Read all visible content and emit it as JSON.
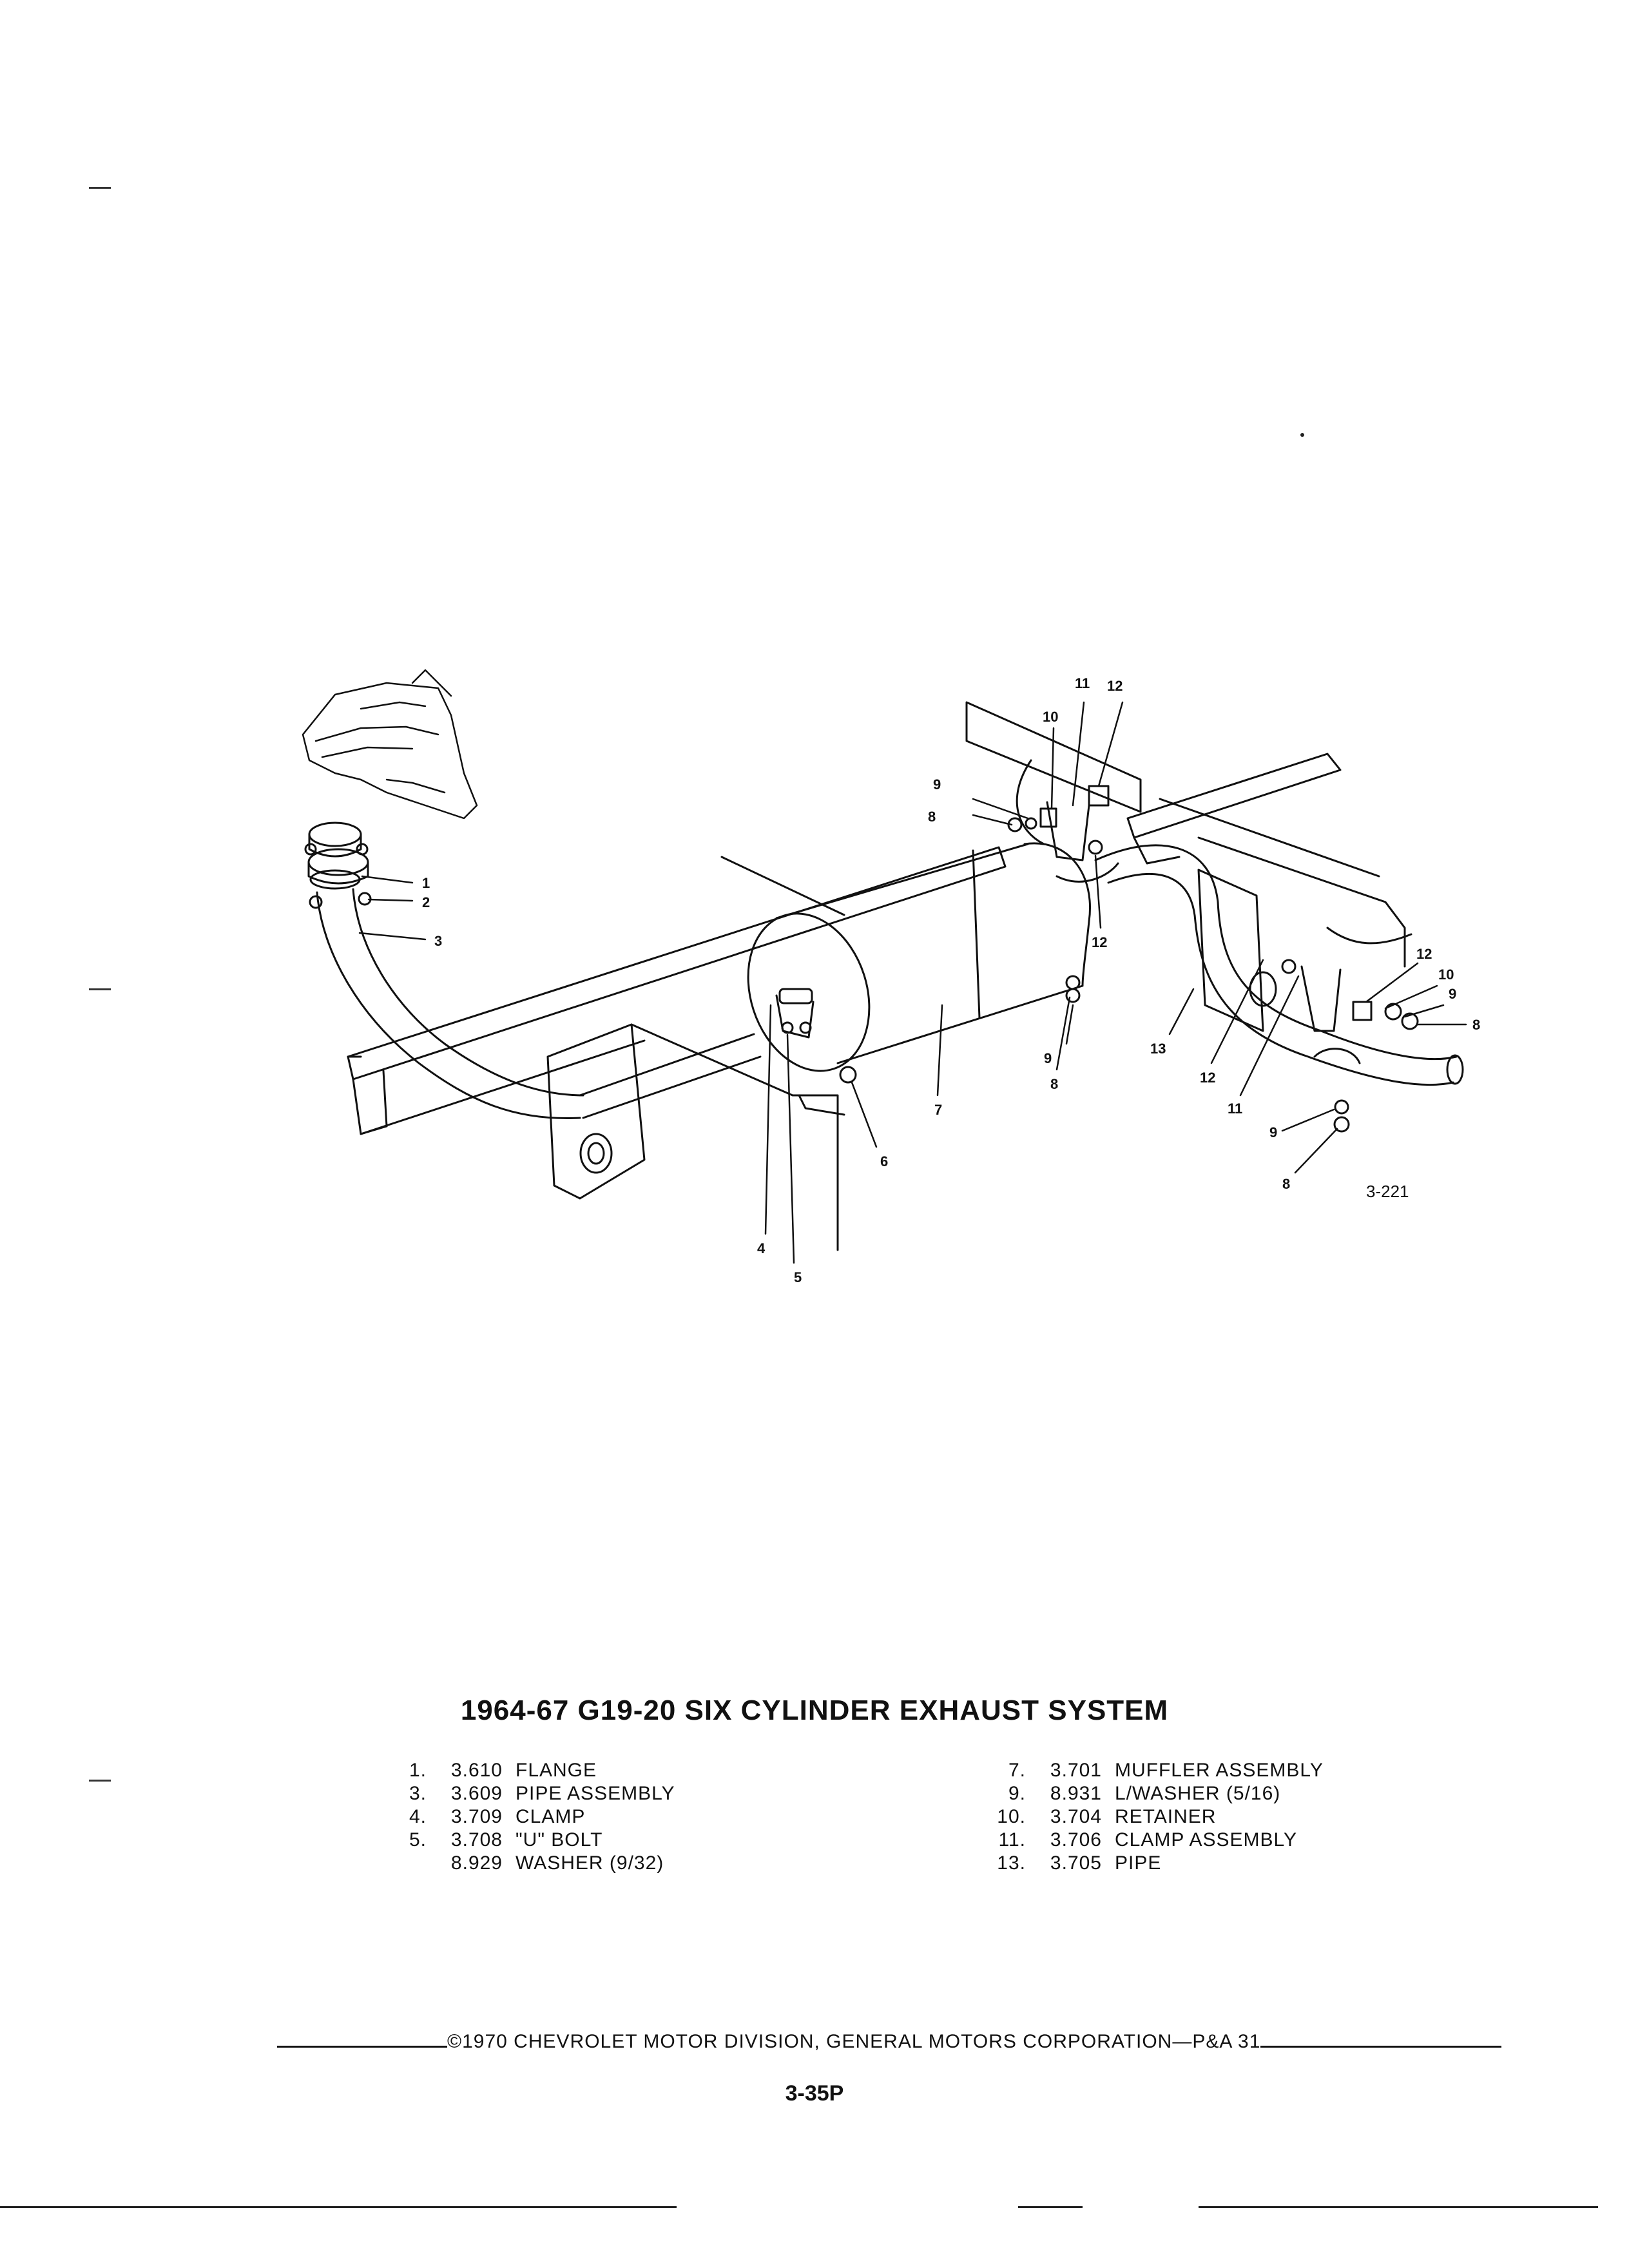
{
  "figure": {
    "id_label": "3-221",
    "callouts": [
      "1",
      "2",
      "3",
      "4",
      "5",
      "6",
      "7",
      "8",
      "9",
      "10",
      "11",
      "12",
      "13"
    ]
  },
  "title": "1964-67 G19-20 SIX CYLINDER EXHAUST SYSTEM",
  "parts_left": [
    {
      "num": "1.",
      "code": "3.610",
      "desc": "FLANGE"
    },
    {
      "num": "3.",
      "code": "3.609",
      "desc": "PIPE ASSEMBLY"
    },
    {
      "num": "4.",
      "code": "3.709",
      "desc": "CLAMP"
    },
    {
      "num": "5.",
      "code": "3.708",
      "desc": "\"U\" BOLT"
    },
    {
      "num": "",
      "code": "8.929",
      "desc": "WASHER (9/32)"
    }
  ],
  "parts_right": [
    {
      "num": "7.",
      "code": "3.701",
      "desc": "MUFFLER ASSEMBLY"
    },
    {
      "num": "9.",
      "code": "8.931",
      "desc": "L/WASHER (5/16)"
    },
    {
      "num": "10.",
      "code": "3.704",
      "desc": "RETAINER"
    },
    {
      "num": "11.",
      "code": "3.706",
      "desc": "CLAMP ASSEMBLY"
    },
    {
      "num": "13.",
      "code": "3.705",
      "desc": "PIPE"
    }
  ],
  "copyright": "©1970 CHEVROLET MOTOR DIVISION, GENERAL MOTORS CORPORATION—P&A 31",
  "page_number": "3-35P"
}
